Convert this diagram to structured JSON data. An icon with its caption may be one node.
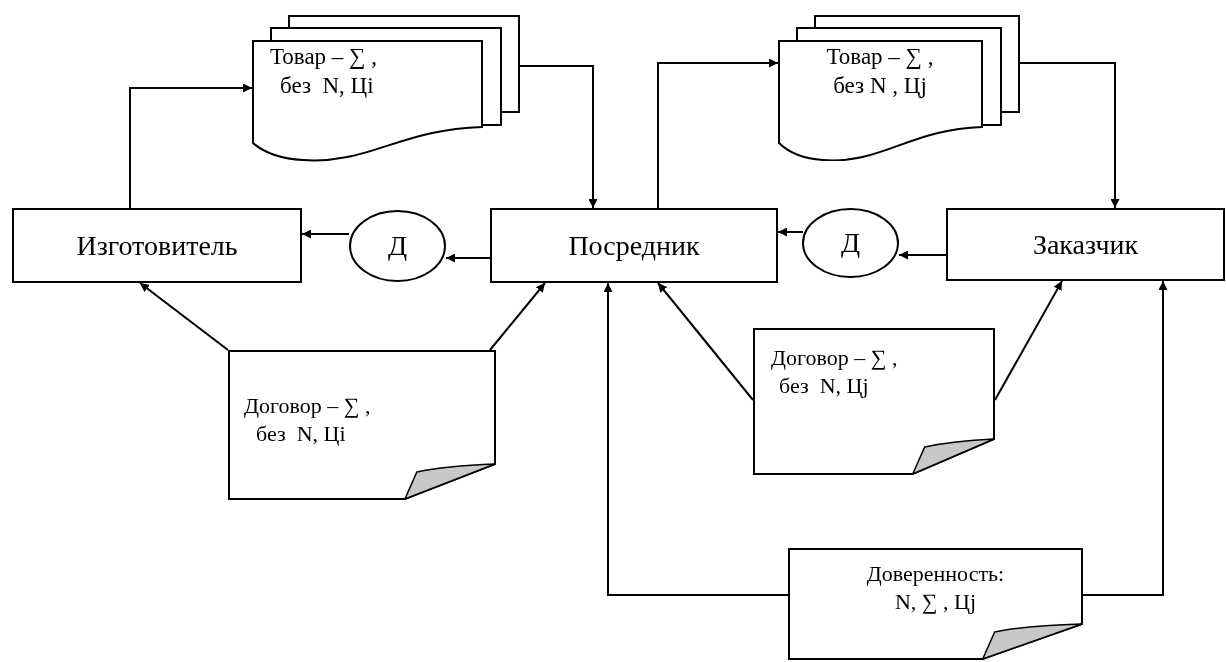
{
  "diagram": {
    "nodes": [
      {
        "text": [
          "Изготовитель"
        ]
      },
      {
        "text": [
          "Посредник"
        ]
      },
      {
        "text": [
          "Заказчик"
        ]
      },
      {
        "text": [
          "Д"
        ]
      },
      {
        "text": [
          "Д"
        ]
      },
      {
        "text": [
          "Товар – ∑ ,",
          "без  N, Ці"
        ]
      },
      {
        "text": [
          "Товар – ∑ ,",
          "без N , Цj"
        ]
      },
      {
        "text": [
          "Договор – ∑ ,",
          "без  N, Ці"
        ]
      },
      {
        "text": [
          "Договор – ∑ ,",
          "без  N, Цj"
        ]
      },
      {
        "text": [
          "Доверенность:",
          "N, ∑ , Цj"
        ]
      }
    ],
    "edges": [
      {
        "from": 0,
        "to": 5,
        "arrow": "to"
      },
      {
        "from": 5,
        "to": 1,
        "arrow": "to"
      },
      {
        "from": 1,
        "to": 6,
        "arrow": "to"
      },
      {
        "from": 6,
        "to": 2,
        "arrow": "to"
      },
      {
        "from": 1,
        "to": 3,
        "arrow": "to"
      },
      {
        "from": 3,
        "to": 0,
        "arrow": "to"
      },
      {
        "from": 2,
        "to": 4,
        "arrow": "to"
      },
      {
        "from": 4,
        "to": 1,
        "arrow": "to"
      },
      {
        "from": 7,
        "to": 0,
        "arrow": "to"
      },
      {
        "from": 7,
        "to": 1,
        "arrow": "to"
      },
      {
        "from": 8,
        "to": 1,
        "arrow": "to"
      },
      {
        "from": 8,
        "to": 2,
        "arrow": "to"
      },
      {
        "from": 9,
        "to": 1,
        "arrow": "to"
      },
      {
        "from": 9,
        "to": 2,
        "arrow": "to"
      }
    ]
  }
}
